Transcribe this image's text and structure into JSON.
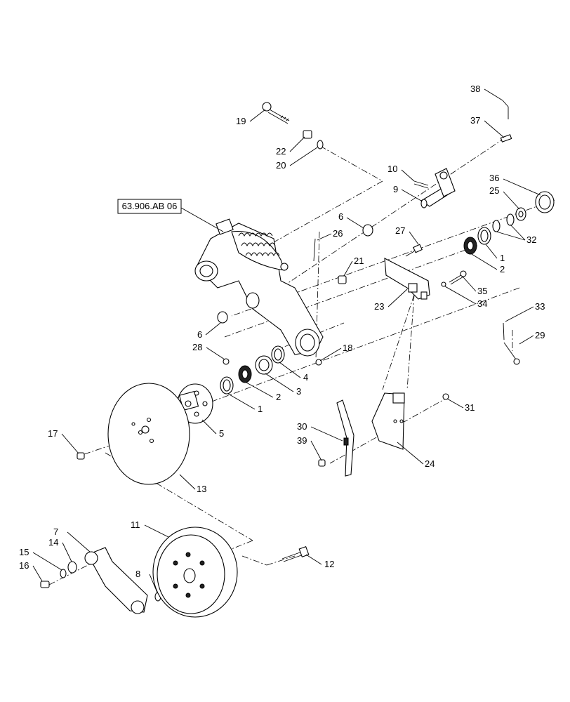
{
  "reference_box": "63.906.AB 06",
  "callouts": [
    {
      "id": "c38",
      "label": "38"
    },
    {
      "id": "c37",
      "label": "37"
    },
    {
      "id": "c19",
      "label": "19"
    },
    {
      "id": "c22",
      "label": "22"
    },
    {
      "id": "c20",
      "label": "20"
    },
    {
      "id": "c10",
      "label": "10"
    },
    {
      "id": "c9",
      "label": "9"
    },
    {
      "id": "c36",
      "label": "36"
    },
    {
      "id": "c25",
      "label": "25"
    },
    {
      "id": "c32",
      "label": "32"
    },
    {
      "id": "c6a",
      "label": "6"
    },
    {
      "id": "c26",
      "label": "26"
    },
    {
      "id": "c27",
      "label": "27"
    },
    {
      "id": "c1a",
      "label": "1"
    },
    {
      "id": "c2a",
      "label": "2"
    },
    {
      "id": "c21",
      "label": "21"
    },
    {
      "id": "c35",
      "label": "35"
    },
    {
      "id": "c34",
      "label": "34"
    },
    {
      "id": "c23",
      "label": "23"
    },
    {
      "id": "c33",
      "label": "33"
    },
    {
      "id": "c29",
      "label": "29"
    },
    {
      "id": "c6b",
      "label": "6"
    },
    {
      "id": "c28",
      "label": "28"
    },
    {
      "id": "c18",
      "label": "18"
    },
    {
      "id": "c4",
      "label": "4"
    },
    {
      "id": "c3",
      "label": "3"
    },
    {
      "id": "c2b",
      "label": "2"
    },
    {
      "id": "c1b",
      "label": "1"
    },
    {
      "id": "c5",
      "label": "5"
    },
    {
      "id": "c17",
      "label": "17"
    },
    {
      "id": "c13",
      "label": "13"
    },
    {
      "id": "c30",
      "label": "30"
    },
    {
      "id": "c39",
      "label": "39"
    },
    {
      "id": "c31",
      "label": "31"
    },
    {
      "id": "c24",
      "label": "24"
    },
    {
      "id": "c7",
      "label": "7"
    },
    {
      "id": "c11",
      "label": "11"
    },
    {
      "id": "c14",
      "label": "14"
    },
    {
      "id": "c15",
      "label": "15"
    },
    {
      "id": "c16",
      "label": "16"
    },
    {
      "id": "c8",
      "label": "8"
    },
    {
      "id": "c12",
      "label": "12"
    }
  ]
}
